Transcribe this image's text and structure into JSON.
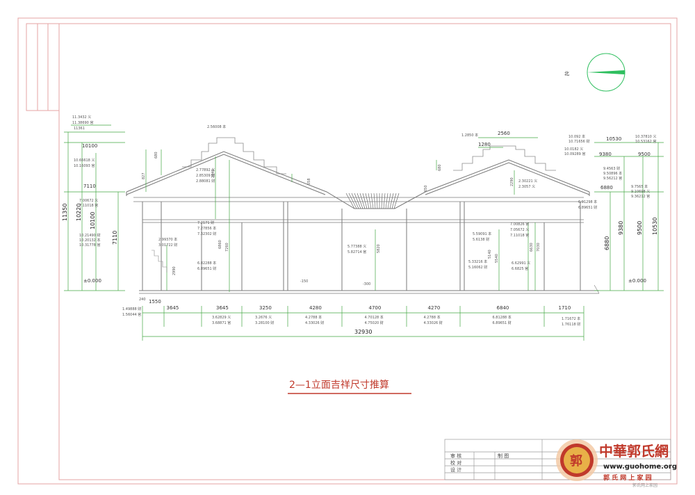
{
  "drawing": {
    "title": "2—1立面吉祥尺寸推算",
    "north_label": "北"
  },
  "top_dimensions": {
    "left_roof_note": "2.56008 本",
    "right_roof_note": "1.2850 本",
    "right_width_top": "2560",
    "right_width_sub": "1280",
    "left_label_1": "11.3432 义",
    "left_label_2": "11.38690 官",
    "left_level": "11361",
    "left_10100_a": "10.66618 义",
    "left_10100_b": "10.16093 官",
    "right_lbl_1": "10.092 本",
    "right_lbl_2": "10.71656 财",
    "right_lbl_3": "10.37810 义",
    "right_lbl_4": "10.53162 官",
    "right_level_1": "10530",
    "right_level_2": "9380",
    "right_level_3": "9500"
  },
  "left_side_levels": {
    "overall": "11350",
    "mid": "10220",
    "level_10100": "10100",
    "ridge": "7110",
    "ridge_a": "7.00672 义",
    "ridge_b": "7.11018 官",
    "body_a": "10.21490 财",
    "body_b": "10.20132 本",
    "body_c": "10.31778 官",
    "dim_7110": "7110",
    "zero": "±0.000",
    "h_1550": "1550",
    "h_240": "240",
    "bot_a": "1.49888 财",
    "bot_b": "1.56044 官"
  },
  "inner_labels": {
    "a1": "2.77892 义",
    "a2": "2.85309 财",
    "a3": "2.88081 财",
    "v1": "827",
    "v2": "680",
    "v3": "2840",
    "v4": "558",
    "b1": "7.2171 财",
    "b2": "7.27856 本",
    "b3": "7.32302 财",
    "b_dim1": "6860",
    "b_dim2": "7260",
    "c1": "2.99370 本",
    "c2": "3.01722 财",
    "c_dim": "2990",
    "d1": "6.82288 本",
    "d2": "6.89651 财",
    "marker_1": "-150",
    "marker_2": "-300",
    "center_1": "5.77388 义",
    "center_2": "5.82714 官",
    "center_dim": "5820",
    "r1": "2.30221 义",
    "r2": "2.3057 义",
    "r_dim": "2290",
    "r_top_dim": "680",
    "r_roof_dim": "650",
    "r_b1": "7.00826 官",
    "r_b2": "7.05672 义",
    "r_b3": "7.11018 官",
    "r_b_dim1": "6630",
    "r_b_dim2": "7030",
    "r_c1": "5.59091 本",
    "r_c2": "5.6138 财",
    "r_c_dim": "5540",
    "r_c_dim2": "5140",
    "r_d1": "5.33216 本",
    "r_d2": "5.16062 财",
    "r_e1": "6.62991 义",
    "r_e2": "6.6825 官",
    "far_1": "6.91298 本",
    "far_2": "6.89651 财",
    "far_level": "6880",
    "far_dim": "6880",
    "far_dim2": "9380",
    "far_dim3": "9500",
    "far_dim4": "10530",
    "far_a1": "9.4563 财",
    "far_a2": "9.50896 本",
    "far_a3": "9.56212 官",
    "far_b1": "9.7565 本",
    "far_b2": "9.10698 义",
    "far_b3": "9.36212 官",
    "far_c1": "10.0182 义",
    "far_c2": "10.09289 官",
    "level_6880": "6880",
    "right_zero": "±0.000",
    "right_dim_a": "1.71672 本",
    "right_dim_b": "1.76118 财"
  },
  "bottom_spans": {
    "spans": [
      "3645",
      "3645",
      "3250",
      "4280",
      "4700",
      "4270",
      "6840",
      "1710"
    ],
    "notes_a": [
      "",
      "3.62829 义",
      "3.2676 义",
      "4.2788 本",
      "4.70128 本",
      "4.2788 本",
      "6.81288 本",
      ""
    ],
    "notes_b": [
      "",
      "3.68871 官",
      "3.28100 财",
      "4.33026 财",
      "4.75020 财",
      "4.33026 财",
      "6.89651 财",
      ""
    ],
    "total": "32930"
  },
  "title_block": {
    "row1": "审 核",
    "row2": "校 对",
    "row3": "设 计",
    "drawing_label": "制 图"
  },
  "watermark": {
    "name": "中華郭氏網",
    "url": "www.guohome.org",
    "sub": "郭 氏 网 上 家 园",
    "seal": "郭",
    "tiny": "郭氏网上家园"
  },
  "colors": {
    "frame": "#e6a3a3",
    "line": "#7a7a7a",
    "dim": "#43a843",
    "title": "#c0392b",
    "north": "#2fbf5f"
  }
}
